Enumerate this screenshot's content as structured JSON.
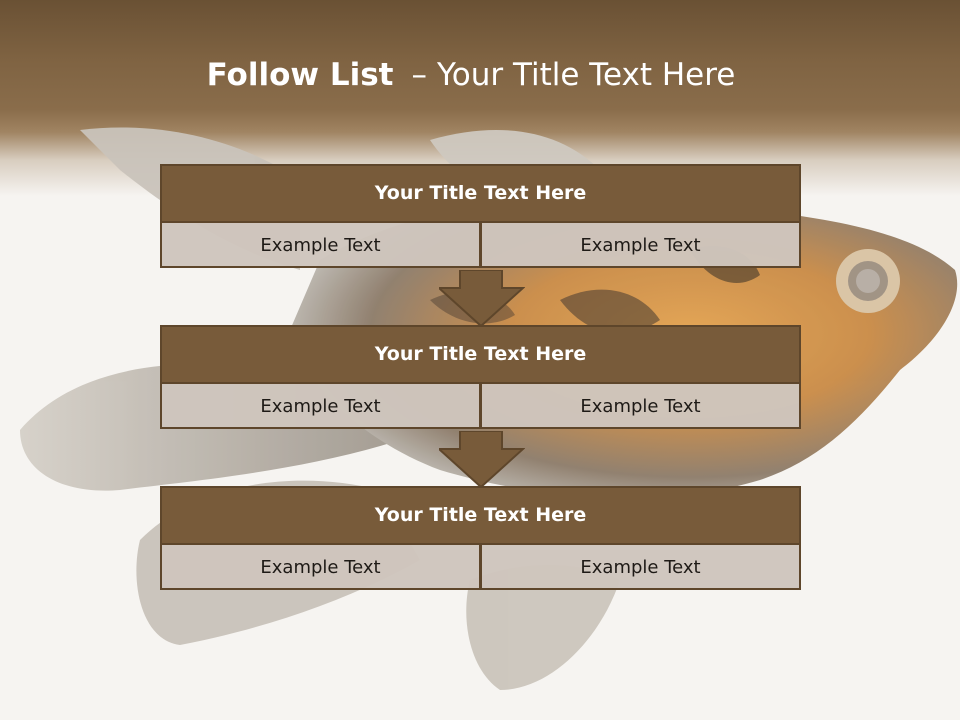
{
  "title": {
    "bold": "Follow List",
    "dash": "–",
    "rest": "Your Title Text Here"
  },
  "steps": [
    {
      "title": "Your Title Text Here",
      "left": "Example Text",
      "right": "Example Text"
    },
    {
      "title": "Your Title Text Here",
      "left": "Example Text",
      "right": "Example Text"
    },
    {
      "title": "Your Title Text Here",
      "left": "Example Text",
      "right": "Example Text"
    }
  ],
  "colors": {
    "header_brown": "#785b3a",
    "border_brown": "#5e462b",
    "cell_gray": "#cec5bd"
  }
}
